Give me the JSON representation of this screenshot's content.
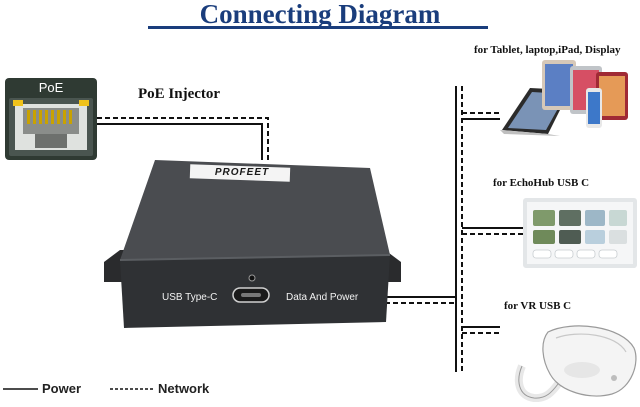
{
  "diagram": {
    "title": "Connecting Diagram",
    "poe_port_label": "PoE",
    "injector_label": "PoE Injector",
    "device_brand": "PROFEET",
    "port_usb_label": "USB Type-C",
    "port_data_label": "Data And Power",
    "targets": [
      {
        "label": "for Tablet, laptop,iPad, Display",
        "icon": "tablet-laptop-icon"
      },
      {
        "label": "for EchoHub USB C",
        "icon": "echohub-display-icon"
      },
      {
        "label": "for VR USB C",
        "icon": "vr-headset-icon"
      }
    ],
    "legend": {
      "power_label": "Power",
      "network_label": "Network"
    },
    "colors": {
      "title": "#1a3d7c",
      "device_body": "#3b3d40",
      "rj45_port_bg": "#2f3a33",
      "rj45_led": "#f0c21b"
    }
  }
}
